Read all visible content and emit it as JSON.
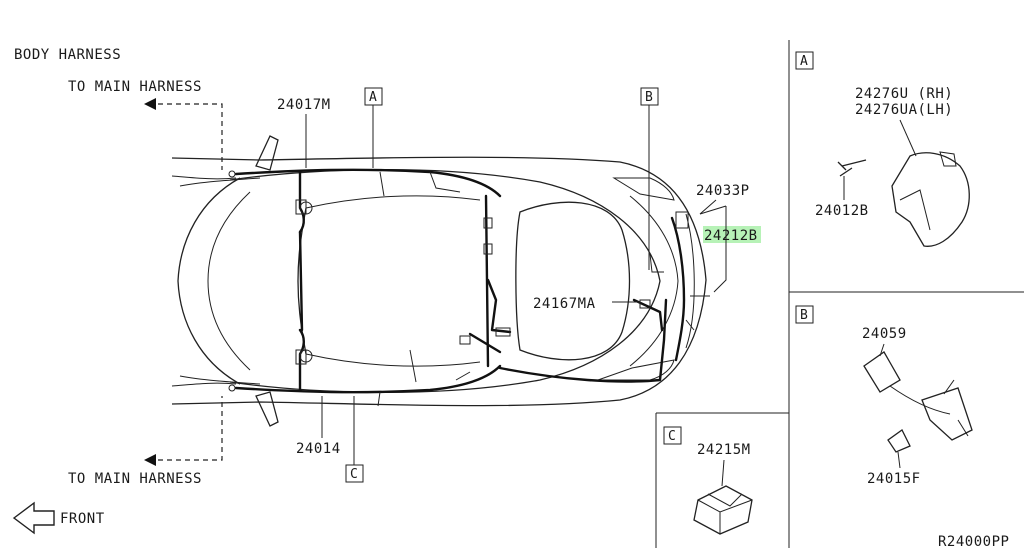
{
  "title": "BODY HARNESS",
  "to_main_top": "TO MAIN HARNESS",
  "to_main_bottom": "TO MAIN HARNESS",
  "front_label": "FRONT",
  "ref_code": "R24000PP",
  "callouts": {
    "p24017M": "24017M",
    "p24033P": "24033P",
    "p24212B": "24212B",
    "p24167MA": "24167MA",
    "p24014": "24014"
  },
  "markers": {
    "a": "A",
    "b": "B",
    "c": "C"
  },
  "detail_a": {
    "tag": "A",
    "part_rh": "24276U (RH)",
    "part_lh": "24276UA(LH)",
    "screw": "24012B"
  },
  "detail_b": {
    "tag": "B",
    "part_top": "24059",
    "part_bottom": "24015F"
  },
  "detail_c": {
    "tag": "C",
    "part": "24215M"
  },
  "colors": {
    "highlight": "#b7f2b7",
    "line": "#222222"
  }
}
